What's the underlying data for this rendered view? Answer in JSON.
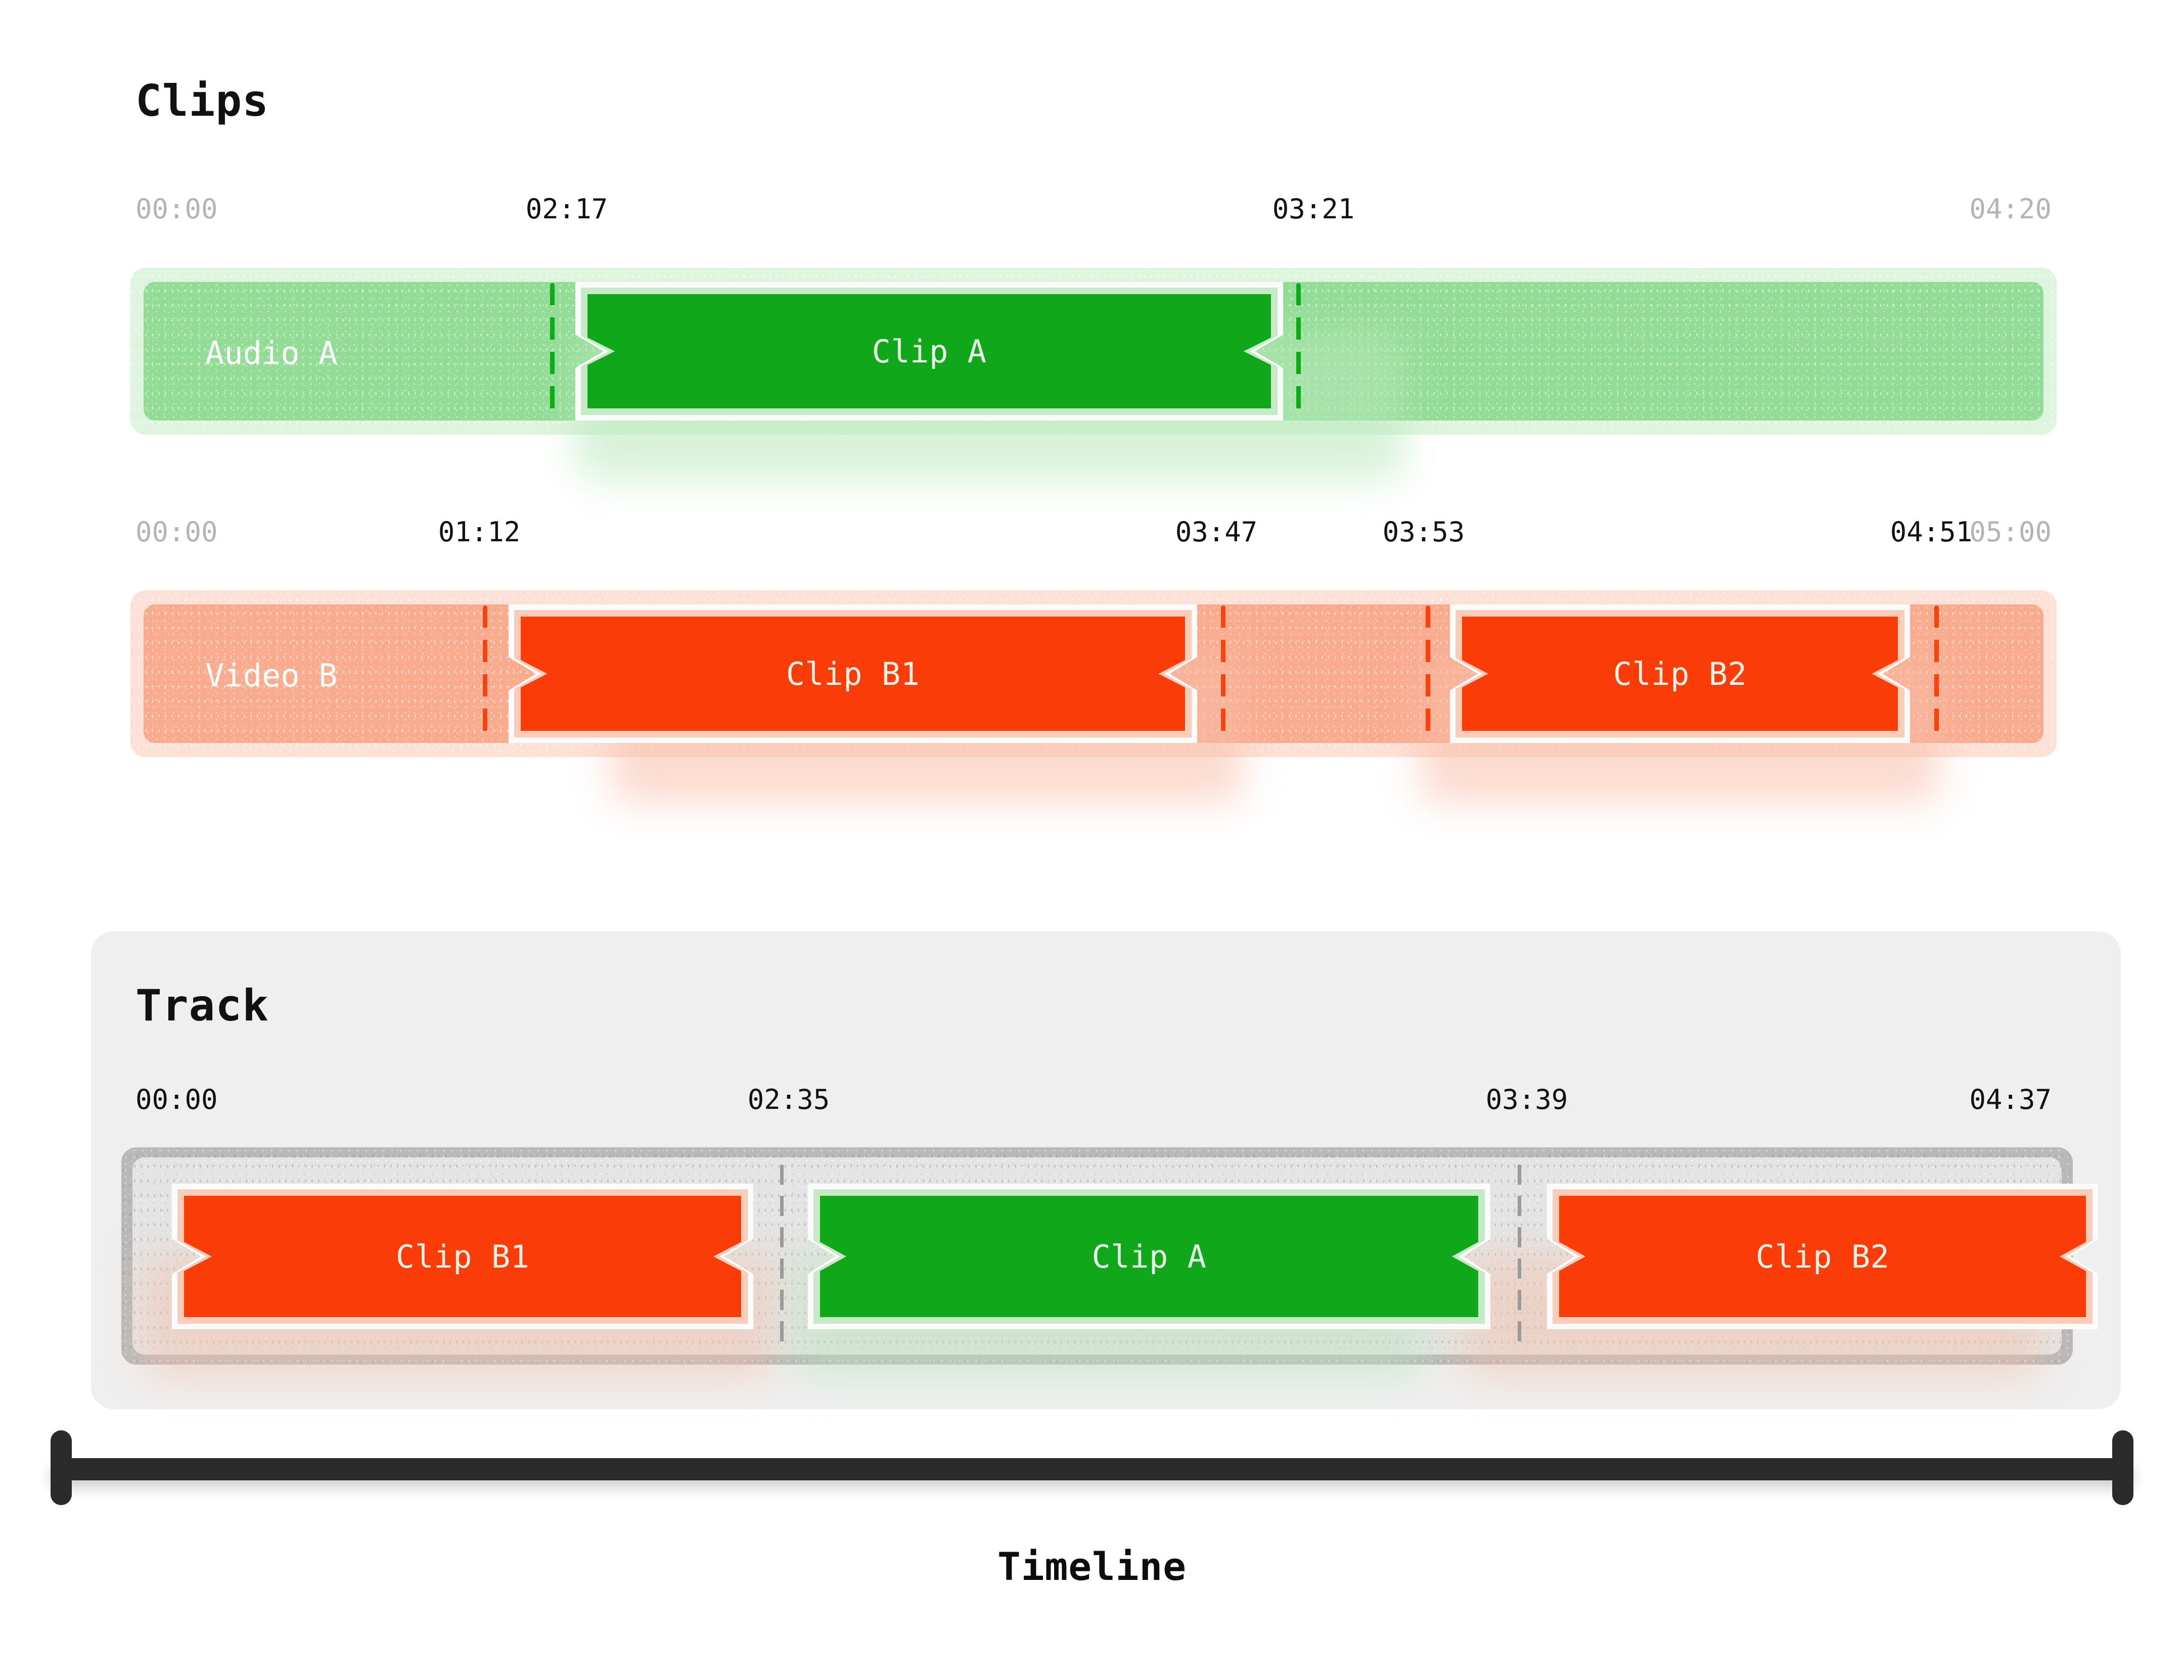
{
  "page": {
    "clips_heading": "Clips",
    "track_heading": "Track",
    "timeline_caption": "Timeline"
  },
  "colors": {
    "green_fill": "#10a81a",
    "green_ring": "#c6e9c6",
    "green_band": "#92dc96",
    "green_bg": "#ddf4dd",
    "green_marker": "#11a81c",
    "green_text": "#e9f8e9",
    "orange_fill": "#fa3c08",
    "orange_ring": "#fbccb8",
    "orange_band": "#f9ab8e",
    "orange_bg": "#fde0d6",
    "orange_marker": "#f9420d",
    "orange_text": "#fdf0e6",
    "track_panel": "#efefef",
    "track_band_outer": "#b9b9b9",
    "track_band_inner": "#e4e4e4",
    "track_sep": "#9a9a9a",
    "beam": "#2b2b2b",
    "label_muted": "#b4b4b4",
    "label_dark": "#111111"
  },
  "source_tracks": [
    {
      "id": "audio-a",
      "name": "Audio A",
      "kind": "audio",
      "accent": "green",
      "ruler": [
        {
          "time": "00:00",
          "muted": true,
          "align": "start"
        },
        {
          "time": "02:17",
          "muted": false,
          "align": "center"
        },
        {
          "time": "03:21",
          "muted": false,
          "align": "center"
        },
        {
          "time": "04:20",
          "muted": true,
          "align": "end"
        }
      ],
      "clips": [
        {
          "label": "Clip A",
          "in": "02:17",
          "out": "03:21",
          "selected": true
        }
      ]
    },
    {
      "id": "video-b",
      "name": "Video B",
      "kind": "video",
      "accent": "orange",
      "ruler": [
        {
          "time": "00:00",
          "muted": true,
          "align": "start"
        },
        {
          "time": "01:12",
          "muted": false,
          "align": "center"
        },
        {
          "time": "03:47",
          "muted": false,
          "align": "center"
        },
        {
          "time": "03:53",
          "muted": false,
          "align": "center"
        },
        {
          "time": "04:51",
          "muted": false,
          "align": "center"
        },
        {
          "time": "05:00",
          "muted": true,
          "align": "end"
        }
      ],
      "clips": [
        {
          "label": "Clip B1",
          "in": "01:12",
          "out": "03:47",
          "selected": true
        },
        {
          "label": "Clip B2",
          "in": "03:53",
          "out": "04:51",
          "selected": true
        }
      ]
    }
  ],
  "timeline_track": {
    "ruler": [
      {
        "time": "00:00",
        "muted": false,
        "align": "start"
      },
      {
        "time": "02:35",
        "muted": false,
        "align": "center"
      },
      {
        "time": "03:39",
        "muted": false,
        "align": "center"
      },
      {
        "time": "04:37",
        "muted": false,
        "align": "end"
      }
    ],
    "clips": [
      {
        "label": "Clip B1",
        "accent": "orange",
        "start": "00:00",
        "end": "02:35"
      },
      {
        "label": "Clip A",
        "accent": "green",
        "start": "02:35",
        "end": "03:39"
      },
      {
        "label": "Clip B2",
        "accent": "orange",
        "start": "03:39",
        "end": "04:37"
      }
    ]
  }
}
